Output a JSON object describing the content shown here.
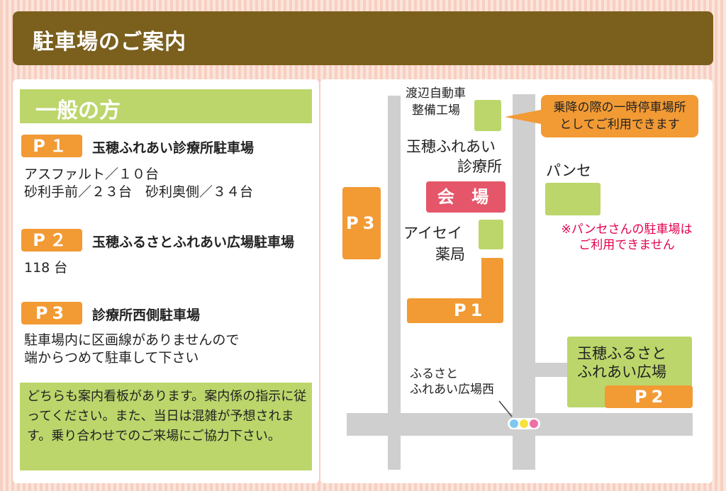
{
  "header": {
    "title": "駐車場のご案内"
  },
  "section": {
    "title": "一般の方"
  },
  "lots": [
    {
      "badge": "P１",
      "name": "玉穂ふれあい診療所駐車場",
      "details": [
        "アスファルト／１０台",
        "砂利手前／２３台　砂利奥側／３４台"
      ]
    },
    {
      "badge": "P２",
      "name": "玉穂ふるさとふれあい広場駐車場",
      "details": [
        "118 台"
      ]
    },
    {
      "badge": "P3",
      "name": "診療所西側駐車場",
      "details": [
        "駐車場内に区画線がありませんので",
        "端からつめて駐車して下さい"
      ]
    }
  ],
  "notice": "どちらも案内看板があります。案内係の指示に従ってください。また、当日は混雑が予想されます。乗り合わせでのご来場にご協力下さい。",
  "map": {
    "watanabe": [
      "渡辺自動車",
      "整備工場"
    ],
    "clinic": [
      "玉穂ふれあい",
      "診療所"
    ],
    "venue": "会 場",
    "aisei": [
      "アイセイ",
      "薬局"
    ],
    "pansé": "パンセ",
    "callout": [
      "乗降の際の一時停車場所",
      "としてご利用できます"
    ],
    "pansé_warning": [
      "※パンセさんの駐車場は",
      "ご利用できません"
    ],
    "furusato_park": [
      "玉穂ふるさと",
      "ふれあい広場"
    ],
    "intersection": [
      "ふるさと",
      "ふれあい広場西"
    ],
    "p1": "P1",
    "p2": "P2",
    "p3": "P3"
  },
  "colors": {
    "header_bg": "#7b5f1d",
    "green": "#bcd66b",
    "orange": "#f29a34",
    "venue": "#e5566a",
    "warning": "#e4004f",
    "road": "#cfcfcf"
  }
}
